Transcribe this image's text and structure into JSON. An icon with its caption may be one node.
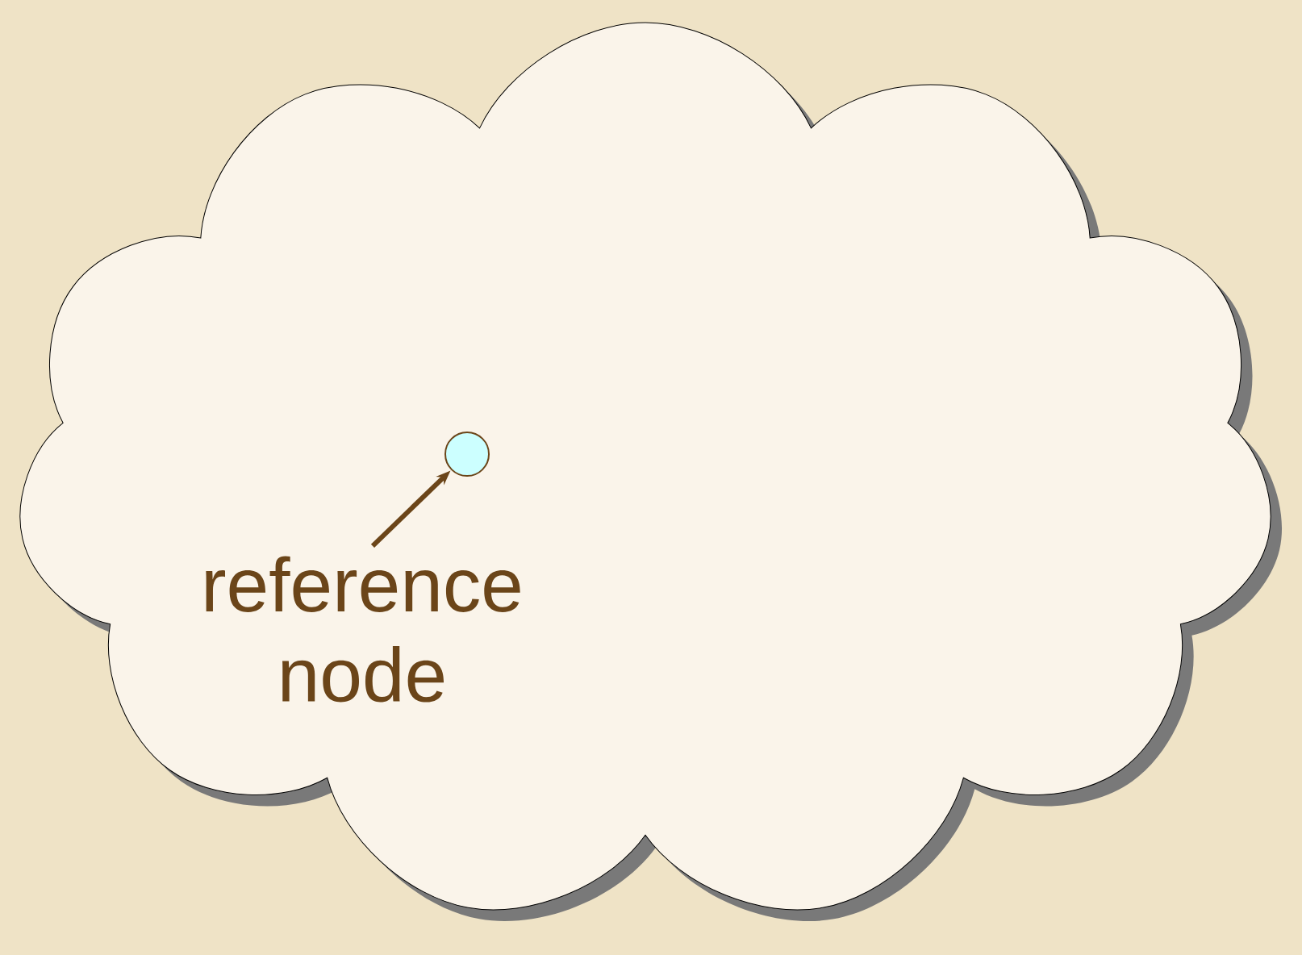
{
  "diagram": {
    "nodes": [
      {
        "text": [],
        "shape": "cloud"
      },
      {
        "text": [],
        "shape": "circle",
        "in": 0
      },
      {
        "text": [
          "reference node"
        ],
        "in": 0
      }
    ],
    "edges": [
      {
        "from": 2,
        "to": 1,
        "arrow": "to"
      }
    ]
  }
}
